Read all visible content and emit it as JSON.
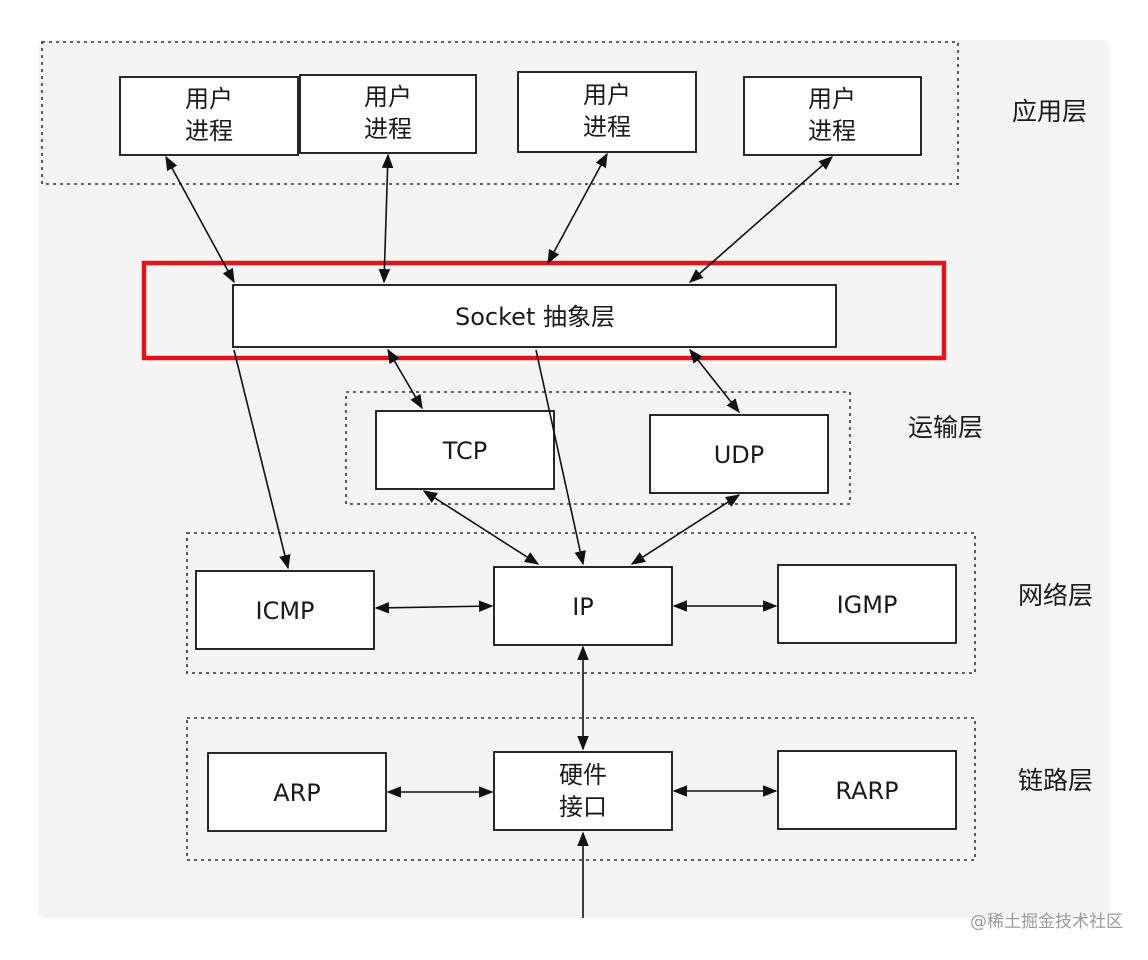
{
  "layers": {
    "application": "应用层",
    "transport": "运输层",
    "network": "网络层",
    "link": "链路层"
  },
  "user_processes": [
    {
      "line1": "用户",
      "line2": "进程"
    },
    {
      "line1": "用户",
      "line2": "进程"
    },
    {
      "line1": "用户",
      "line2": "进程"
    },
    {
      "line1": "用户",
      "line2": "进程"
    }
  ],
  "socket_layer": "Socket 抽象层",
  "boxes": {
    "tcp": "TCP",
    "udp": "UDP",
    "icmp": "ICMP",
    "ip": "IP",
    "igmp": "IGMP",
    "arp": "ARP",
    "hw_line1": "硬件",
    "hw_line2": "接口",
    "rarp": "RARP"
  },
  "watermark": "@稀土掘金技术社区",
  "colors": {
    "highlight": "#e0141c",
    "stroke": "#111111",
    "background": "#ffffff",
    "diagram_bg": "#f4f4f4"
  }
}
